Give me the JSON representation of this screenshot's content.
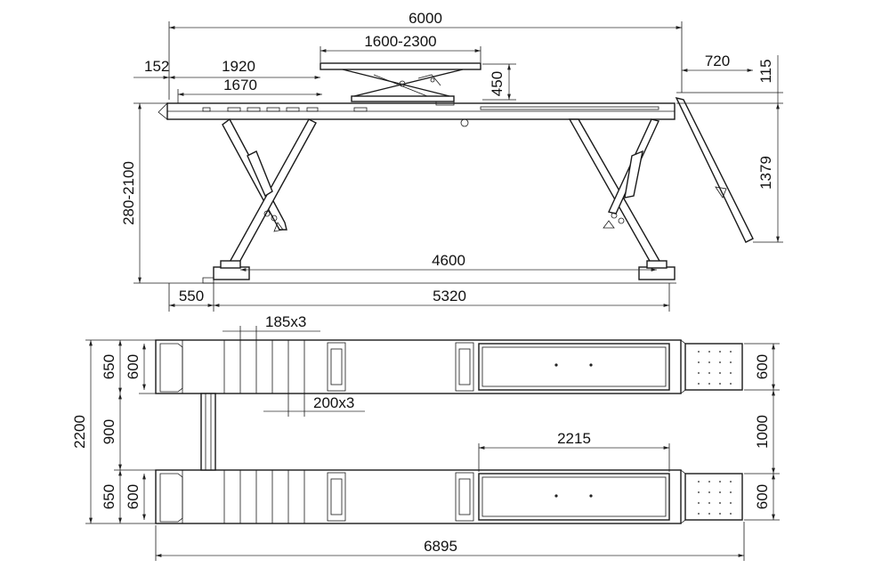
{
  "dimensions": {
    "overall_length": "6000",
    "scissor_range": "1600-2300",
    "ramp_length": "720",
    "ramp_rise": "115",
    "front_offset": "152",
    "front_1920": "1920",
    "front_1670": "1670",
    "lift_450": "450",
    "height_range": "280-2100",
    "ramp_height": "1379",
    "base_4600": "4600",
    "offset_550": "550",
    "base_5320": "5320",
    "slot_185": "185x3",
    "slot_200": "200x3",
    "width_2200": "2200",
    "rail_650_top": "650",
    "rail_600_top": "600",
    "gap_900": "900",
    "rail_650_bottom": "650",
    "rail_600_bottom": "600",
    "plate_2215": "2215",
    "ramp_600_top": "600",
    "ramp_gap_1000": "1000",
    "ramp_600_bottom": "600",
    "total_6895": "6895"
  }
}
